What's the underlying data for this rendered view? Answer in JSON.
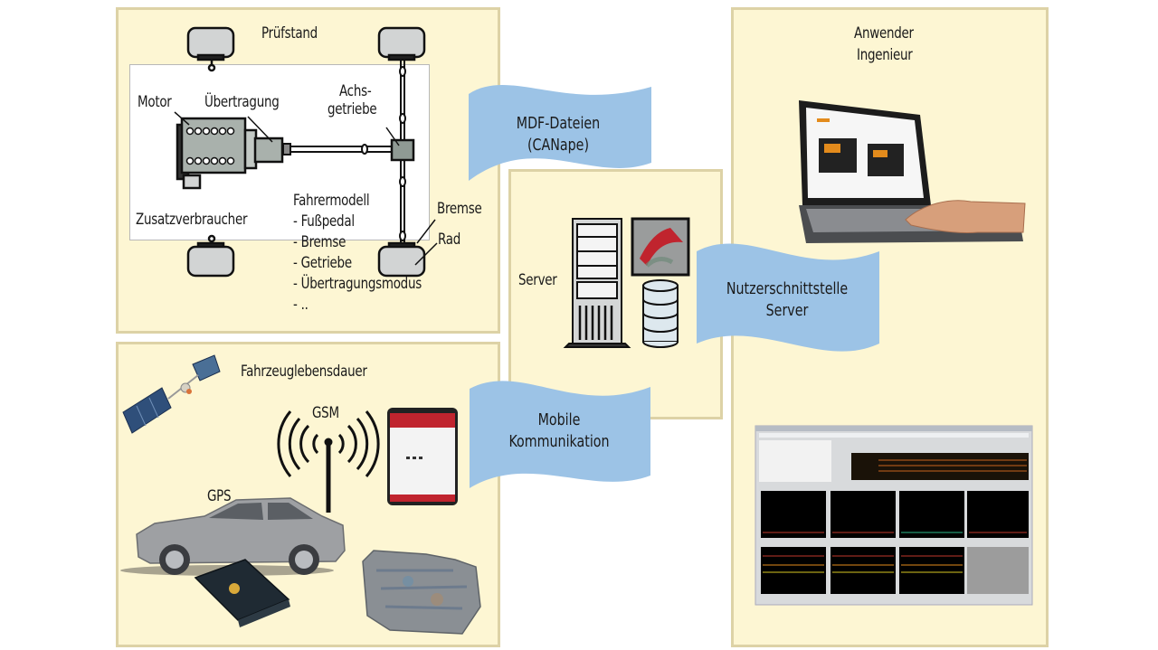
{
  "panels": {
    "pruefstand": {
      "title": "Prüfstand",
      "labels": {
        "motor": "Motor",
        "uebertragung": "Übertragung",
        "achsgetriebe_1": "Achs-",
        "achsgetriebe_2": "getriebe",
        "zusatzverbraucher": "Zusatzverbraucher",
        "bremse": "Bremse",
        "rad": "Rad"
      },
      "fahrermodell": {
        "title": "Fahrermodell",
        "items": [
          "- Fußpedal",
          "- Bremse",
          "- Getriebe",
          "- Übertragungsmodus",
          "- .."
        ]
      }
    },
    "fahrzeuglebensdauer": {
      "title": "Fahrzeuglebensdauer",
      "labels": {
        "gsm": "GSM",
        "gps": "GPS"
      }
    },
    "server": {
      "title": "Server"
    },
    "anwender": {
      "title_line1": "Anwender",
      "title_line2": "Ingenieur"
    }
  },
  "banners": {
    "mdf": {
      "line1": "MDF-Dateien",
      "line2": "(CANape)"
    },
    "nutzer": {
      "line1": "Nutzerschnittstelle",
      "line2": "Server"
    },
    "mobile": {
      "line1": "Mobile",
      "line2": "Kommunikation"
    }
  },
  "colors": {
    "panel_fill": "#fdf6d3",
    "panel_border": "#ddd2a6",
    "banner_blue": "#9cc3e6",
    "wheel_gray": "#d2d4d4",
    "engine_gray": "#a9b1ac",
    "accent_red": "#c0242e"
  }
}
